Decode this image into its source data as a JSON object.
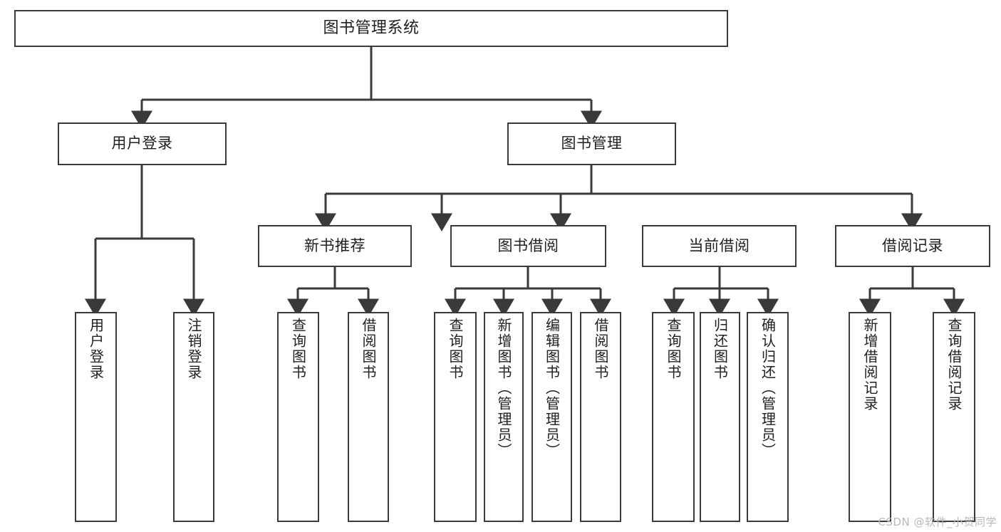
{
  "diagram": {
    "title": "图书管理系统",
    "type": "tree",
    "watermark": "CSDN @软件_小贺同学",
    "stroke_color": "#3a3a3a",
    "text_color": "#1f1f1f",
    "background_color": "#ffffff",
    "nodes": {
      "root": {
        "label": "图书管理系统"
      },
      "level2": [
        {
          "label": "用户登录"
        },
        {
          "label": "图书管理"
        }
      ],
      "level3": [
        {
          "label": "新书推荐"
        },
        {
          "label": "图书借阅"
        },
        {
          "label": "当前借阅"
        },
        {
          "label": "借阅记录"
        }
      ],
      "leaves_user_login": [
        {
          "label": "用户登录"
        },
        {
          "label": "注销登录"
        }
      ],
      "leaves_new_book": [
        {
          "label": "查询图书"
        },
        {
          "label": "借阅图书"
        }
      ],
      "leaves_borrow": [
        {
          "label": "查询图书"
        },
        {
          "label": "新增图书（管理员）"
        },
        {
          "label": "编辑图书（管理员）"
        },
        {
          "label": "借阅图书"
        }
      ],
      "leaves_current": [
        {
          "label": "查询图书"
        },
        {
          "label": "归还图书"
        },
        {
          "label": "确认归还（管理员）"
        }
      ],
      "leaves_records": [
        {
          "label": "新增借阅记录"
        },
        {
          "label": "查询借阅记录"
        }
      ]
    }
  }
}
